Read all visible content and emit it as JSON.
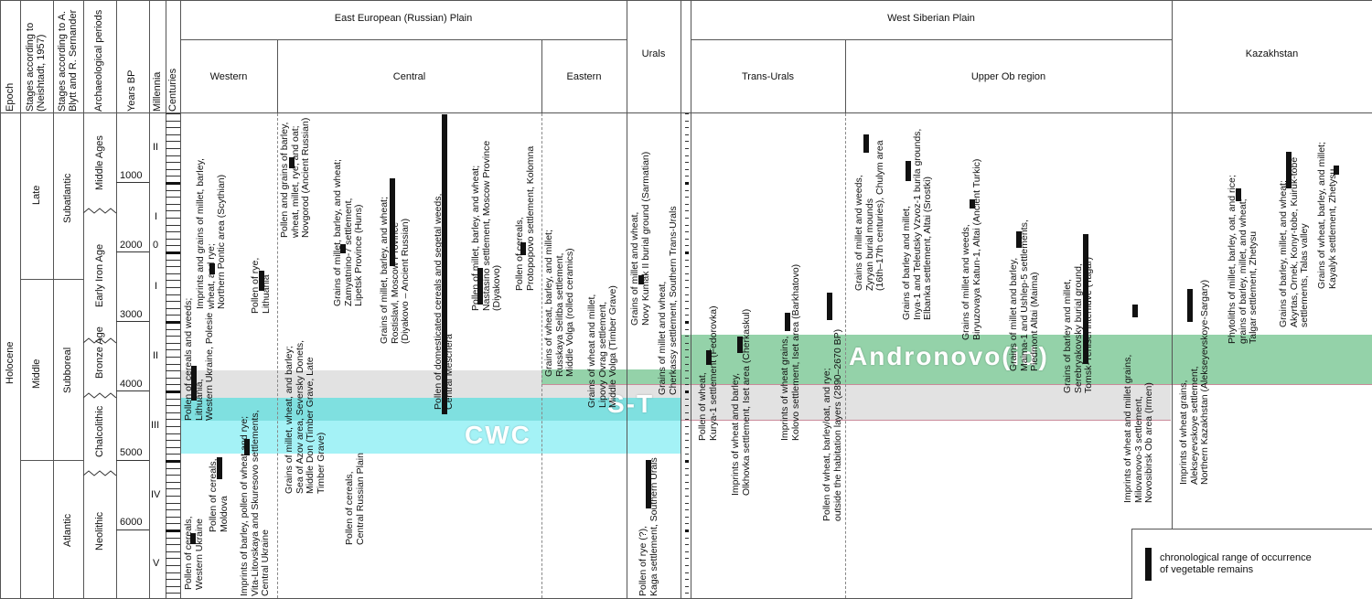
{
  "headers": {
    "epoch": "Epoch",
    "neishtadt": "Stages according to (Neishtadt, 1957)",
    "blytt": "Stages according to A. Blytt and R. Sernander",
    "archaeo": "Archaeological periods",
    "years": "Years BP",
    "millennia": "Millennia",
    "centuries": "Centuries",
    "eeplain": "East European (Russian) Plain",
    "western": "Western",
    "central": "Central",
    "eastern": "Eastern",
    "urals": "Urals",
    "wsplain": "West Siberian Plain",
    "transurals": "Trans-Urals",
    "upperob": "Upper Ob region",
    "kazakhstan": "Kazakhstan"
  },
  "epochs": {
    "holocene": "Holocene",
    "late": "Late",
    "middle": "Middle"
  },
  "stages": {
    "subatlantic": "Subatlantic",
    "subboreal": "Subboreal",
    "atlantic": "Atlantic"
  },
  "periods": {
    "middle_ages": "Middle Ages",
    "iron": "Early Iron Age",
    "bronze": "Bronze Age",
    "chalco": "Chalcolithic",
    "neolithic": "Neolithic"
  },
  "years": {
    "y1000": "1000",
    "y2000": "2000",
    "y3000": "3000",
    "y4000": "4000",
    "y5000": "5000",
    "y6000": "6000"
  },
  "millennia": {
    "m2": "II",
    "m1a": "I",
    "m0": "0",
    "m1b": "I",
    "m2b": "II",
    "m3": "III",
    "m4": "IV",
    "m5": "V"
  },
  "bands": {
    "andronovo": "Andronovo(id)",
    "st": "S-T",
    "cwc": "CWC"
  },
  "legend": "chronological range of occurrence\nof vegetable remains",
  "entries": {
    "w1": "Pollen of cereals,\nWestern Ukraine",
    "w2": "Pollen of cereals,\nMoldova",
    "w3": "Imprints of barley, pollen of wheat and rye;\nVita-Litovskaya and Skuresovo settlements,\nCentral Ukraine",
    "w4": "Pollen of cereals and weeds;\nLithuania,\nWestern Ukraine, Polesie",
    "w5": "Imprints and grains of millet, barley,\nwheat, and rye;\nNorthern Pontic area (Scythian)",
    "w6": "Pollen of rye,\nLithuania",
    "c1": "Pollen and grains of barley,\nwheat, millet, rye, and oat;\nNovgorod (Ancient Russian)",
    "c2": "Grains of millet, wheat, and barley;\nSea of Azov area, Seversky Donets,\nMiddle Don (Timber Grave, Late\nTimber Grave)",
    "c3": "Pollen of cereals,\nCentral Russian Plain",
    "c4": "Grains of millet, barley, and wheat;\nZamyatnino-7 settlement,\nLipetsk Province (Huns)",
    "c5": "Grains of millet, barley, and wheat;\nRostislavl, Moscow Province\n(Diyakovo – Ancient Russian)",
    "c6": "Pollen of domesticated cereals and segetal weeds,\nCentral Meschera",
    "c7": "Pollen of millet, barley, and wheat;\nNastasino settlement, Moscow Province\n(Diyakovo)",
    "c8": "Pollen of cereals,\nProtopopovo settlement, Kolomna",
    "e1": "Grains of wheat, barley, and millet;\nRusskaya Selitba settlement,\nMiddle Volga (rolled ceramics)",
    "e2": "Grains of wheat and millet,\nLipovy Ovrag settlement,\nMiddle Volga (Timber Grave)",
    "u1": "Pollen of rye (?),\nKaga settlement, Southern Urals",
    "u2": "Grains of millet and wheat,\nNovy Kumak II burial ground (Sarmatian)",
    "u3": "Grains of millet and wheat,\nCherkassy settlement, Southern Trans-Urals",
    "t1": "Pollen of wheat,\nKurya-1 settlement (Fedorovka)",
    "t2": "Imprints of wheat and barley,\nOlkhovka settlement, Iset area (Cherkaskul)",
    "t3": "Imprints of wheat grains,\nKolovo settlement, Iset area (Barkhatovo)",
    "t4": "Pollen of wheat, barley/oat, and rye;\noutside the habitation layers (2890–2670 BP)",
    "o1": "Grains of millet and weeds,\nZyryan burial mounds\n(16th–17th centuries), Chulym area",
    "o2": "Grains of barley and millet,\nInya-1 and Teleutsky Vzvoz-1 burila grounds,\nElbanka settlement, Altai (Srostki)",
    "o3": "Grains of millet and weeds,\nBiryuzovaya Katun-1, Altai (Ancient Turkic)",
    "o4": "Grains of millet and barley,\nMaima-1 and Ushlep-5 settlements,\nPiedmont Altai (Maima)",
    "o5": "Grains of barley and millet,\nSerebryakovsky burial ground,\nTomsk-Yenisei interfluve (Tagar)",
    "o6": "Imprints of wheat and millet grains,\nMilovanovo-3 settlement,\nNovosibirsk Ob area (Irmen)",
    "k1": "Imprints of wheat grains,\nAlekseyevskoye settlement,\nNorthern Kazakhstan (Alekseyevskoye-Sargary)",
    "k2": "Phytoliths of millet, barley, oat, and rice;\ngrains of barley, millet, and wheat;\nTalgar settlement, Zhetysu",
    "k3": "Grains of barley, millet, and wheat;\nAkyrtas, Ornek, Konyr-tobe, Kuiruk-tobe\nsettlements, Talas valley",
    "k4": "Grains of wheat, barley, and millet;\nKayalyk settlement, Zhetysu"
  }
}
